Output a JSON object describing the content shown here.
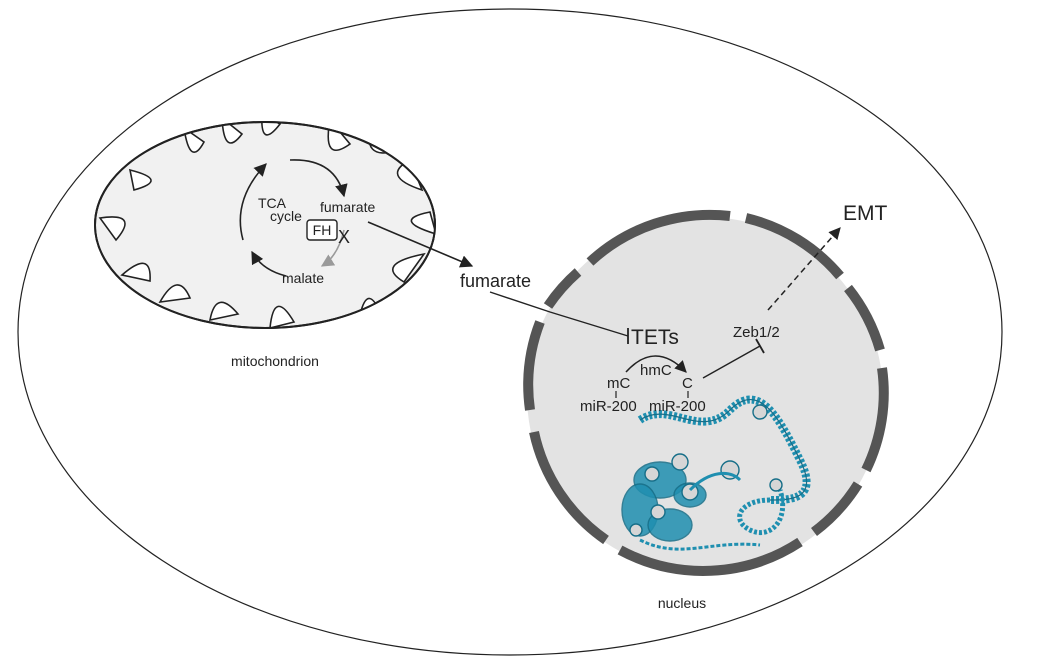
{
  "labels": {
    "tca_line1": "TCA",
    "tca_line2": "cycle",
    "fumarate_mito": "fumarate",
    "fh": "FH",
    "fh_block": "X",
    "malate": "malate",
    "mitochondrion": "mitochondrion",
    "fumarate_cyto": "fumarate",
    "tets": "TETs",
    "hmc": "hmC",
    "mc": "mC",
    "c": "C",
    "mir200_left": "miR-200",
    "mir200_right": "miR-200",
    "zeb": "Zeb1/2",
    "emt": "EMT",
    "nucleus": "nucleus"
  },
  "colors": {
    "line": "#222222",
    "mito_fill": "#f1f1f1",
    "nucleus_fill": "#e3e3e3",
    "envelope": "#555555",
    "dna": "#1f8fb0",
    "dna_dark": "#166e88",
    "gray_arrow": "#9a9a9a"
  }
}
